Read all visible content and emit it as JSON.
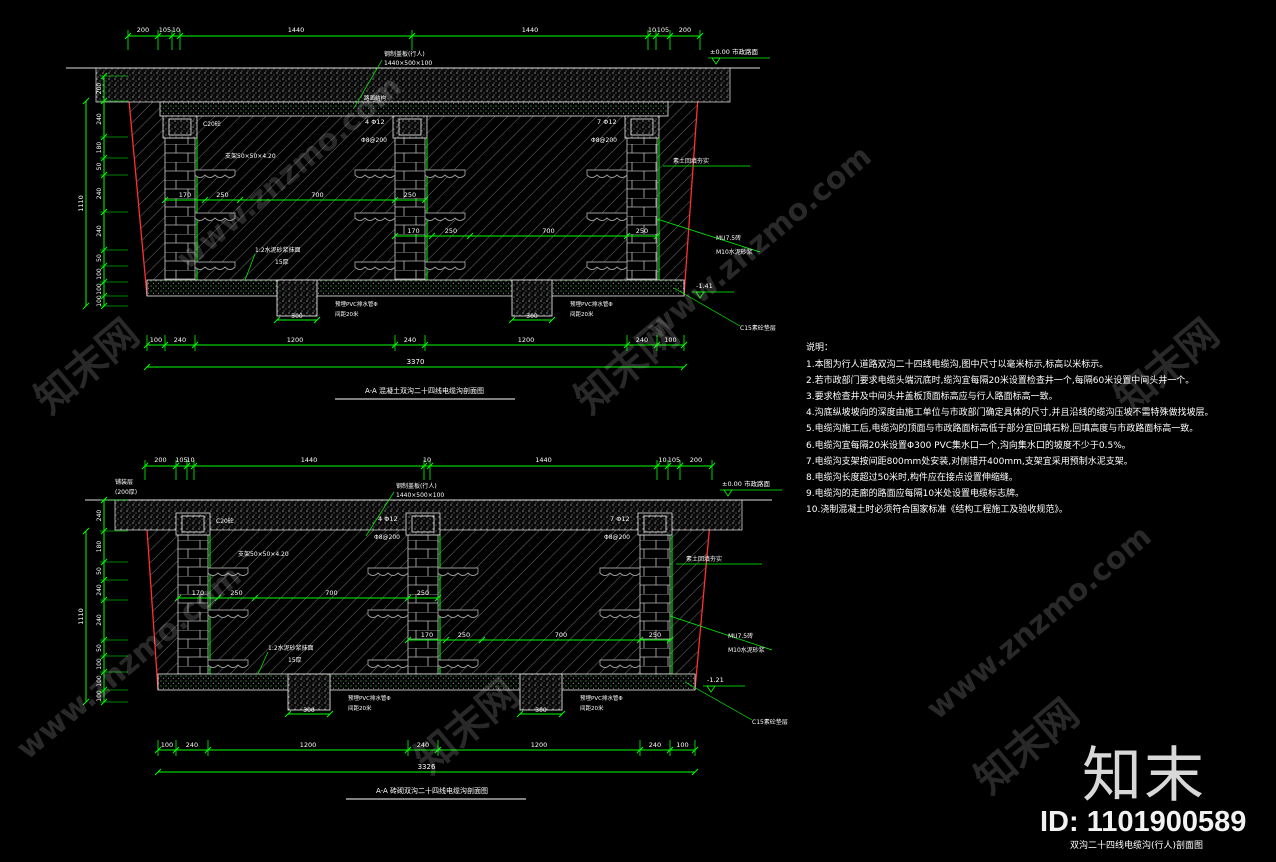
{
  "colors": {
    "dim": "#00ff00",
    "wall": "#c8c8c8",
    "bracket": "#9a9a9a",
    "edge": "#ff3030",
    "text": "#ffffff",
    "cover": "#a0a0a0"
  },
  "top": {
    "dims_top": [
      "200",
      "105",
      "10",
      "1440",
      "1440",
      "10",
      "105",
      "200"
    ],
    "dims_bottom": [
      "100",
      "240",
      "1200",
      "240",
      "1200",
      "240",
      "100"
    ],
    "total": "3370",
    "left_dims": [
      "200",
      "240",
      "180",
      "50",
      "240",
      "240",
      "50",
      "100",
      "100",
      "100"
    ],
    "left_total": "1110",
    "level_top": "±0.00 市政路面",
    "level_bottom": "-1.41",
    "cover_label": "钢制盖板(行人)",
    "cover_size": "1440×500×100",
    "road_label": "路面结构",
    "c20": "C20砼",
    "bracket": "支架50×50×4.20",
    "rebar_mid": "4 Φ12",
    "stirrup_mid": "Φ8@200",
    "rebar_r": "7 Φ12",
    "stirrup_r": "Φ8@200",
    "spacing": [
      "170",
      "250",
      "700",
      "250",
      "170",
      "250",
      "700",
      "250"
    ],
    "side_label": "素土回填夯实",
    "brick_label": "MU7.5砖",
    "mortar_label": "M10水泥砂浆",
    "plaster_label": "1:2水泥砂浆抹面",
    "plaster_thk": "15厚",
    "drain_label": "预埋PVC排水管Φ",
    "drain_label2": "间距20米",
    "drain_w": "300",
    "base_label": "C15素砼垫层",
    "title": "A-A  混凝土双沟二十四线电缆沟剖面图"
  },
  "bottom": {
    "dims_top": [
      "200",
      "105",
      "10",
      "1440",
      "10",
      "1440",
      "10",
      "105",
      "200"
    ],
    "dims_bottom": [
      "100",
      "240",
      "1200",
      "240",
      "1200",
      "240",
      "100"
    ],
    "total": "3326",
    "left_dims": [
      "240",
      "180",
      "50",
      "240",
      "240",
      "50",
      "100",
      "100",
      "100"
    ],
    "left_total": "1110",
    "level_top": "±0.00 市政路面",
    "level_bottom": "-1.21",
    "pavement_label": "铺装层",
    "pavement_thk": "(200厚)",
    "cover_label": "钢制盖板(行人)",
    "cover_size": "1440×500×100",
    "c20": "C20砼",
    "bracket": "支架50×50×4.20",
    "rebar_mid": "4 Φ12",
    "stirrup_mid": "Φ8@200",
    "rebar_r": "7 Φ12",
    "stirrup_r": "Φ8@200",
    "spacing": [
      "170",
      "250",
      "700",
      "250",
      "170",
      "250",
      "700",
      "250"
    ],
    "side_label": "素土回填夯实",
    "brick_label": "MU7.5砖",
    "mortar_label": "M10水泥砂浆",
    "plaster_label": "1:2水泥砂浆抹面",
    "plaster_thk": "15厚",
    "drain_label": "预埋PVC排水管Φ",
    "drain_label2": "间距20米",
    "drain_w": "300",
    "base_label": "C15素砼垫层",
    "title": "A-A  砖砌双沟二十四线电缆沟剖面图"
  },
  "notes": {
    "heading": "说明：",
    "items": [
      "1.本图为行人道路双沟二十四线电缆沟,图中尺寸以毫米标示,标高以米标示。",
      "2.若市政部门要求电缆头端沉底时,缆沟宜每隔20米设置检查井一个,每隔60米设置中间头井一个。",
      "3.要求检查井及中间头井盖板顶面标高应与行人路面标高一致。",
      "4.沟底纵坡坡向的深度由施工单位与市政部门确定具体的尺寸,并且沿线的缆沟压坡不需特殊做找坡层。",
      "5.电缆沟施工后,电缆沟的顶面与市政路面标高低于部分宜回填石粉,回填高度与市政路面标高一致。",
      "6.电缆沟宜每隔20米设置Φ300 PVC集水口一个,沟向集水口的坡度不少于0.5%。",
      "7.电缆沟支架按间距800mm处安装,对侧错开400mm,支架宜采用预制水泥支架。",
      "8.电缆沟长度超过50米时,构件应在接点设置伸缩缝。",
      "9.电缆沟的走廊的路面应每隔10米处设置电缆标志牌。",
      "10.浇制混凝土时必须符合国家标准《结构工程施工及验收规范》。"
    ]
  },
  "watermarks": [
    "知末网",
    "www.znzmo.com",
    "知末网",
    "www.znzmo.com",
    "知末网",
    "www.znzmo.com",
    "知末网",
    "www.znzmo.com",
    "知末网"
  ],
  "brand": {
    "logo": "知末",
    "id": "ID: 1101900589",
    "subtitle": "双沟二十四线电缆沟(行人)剖面图"
  }
}
